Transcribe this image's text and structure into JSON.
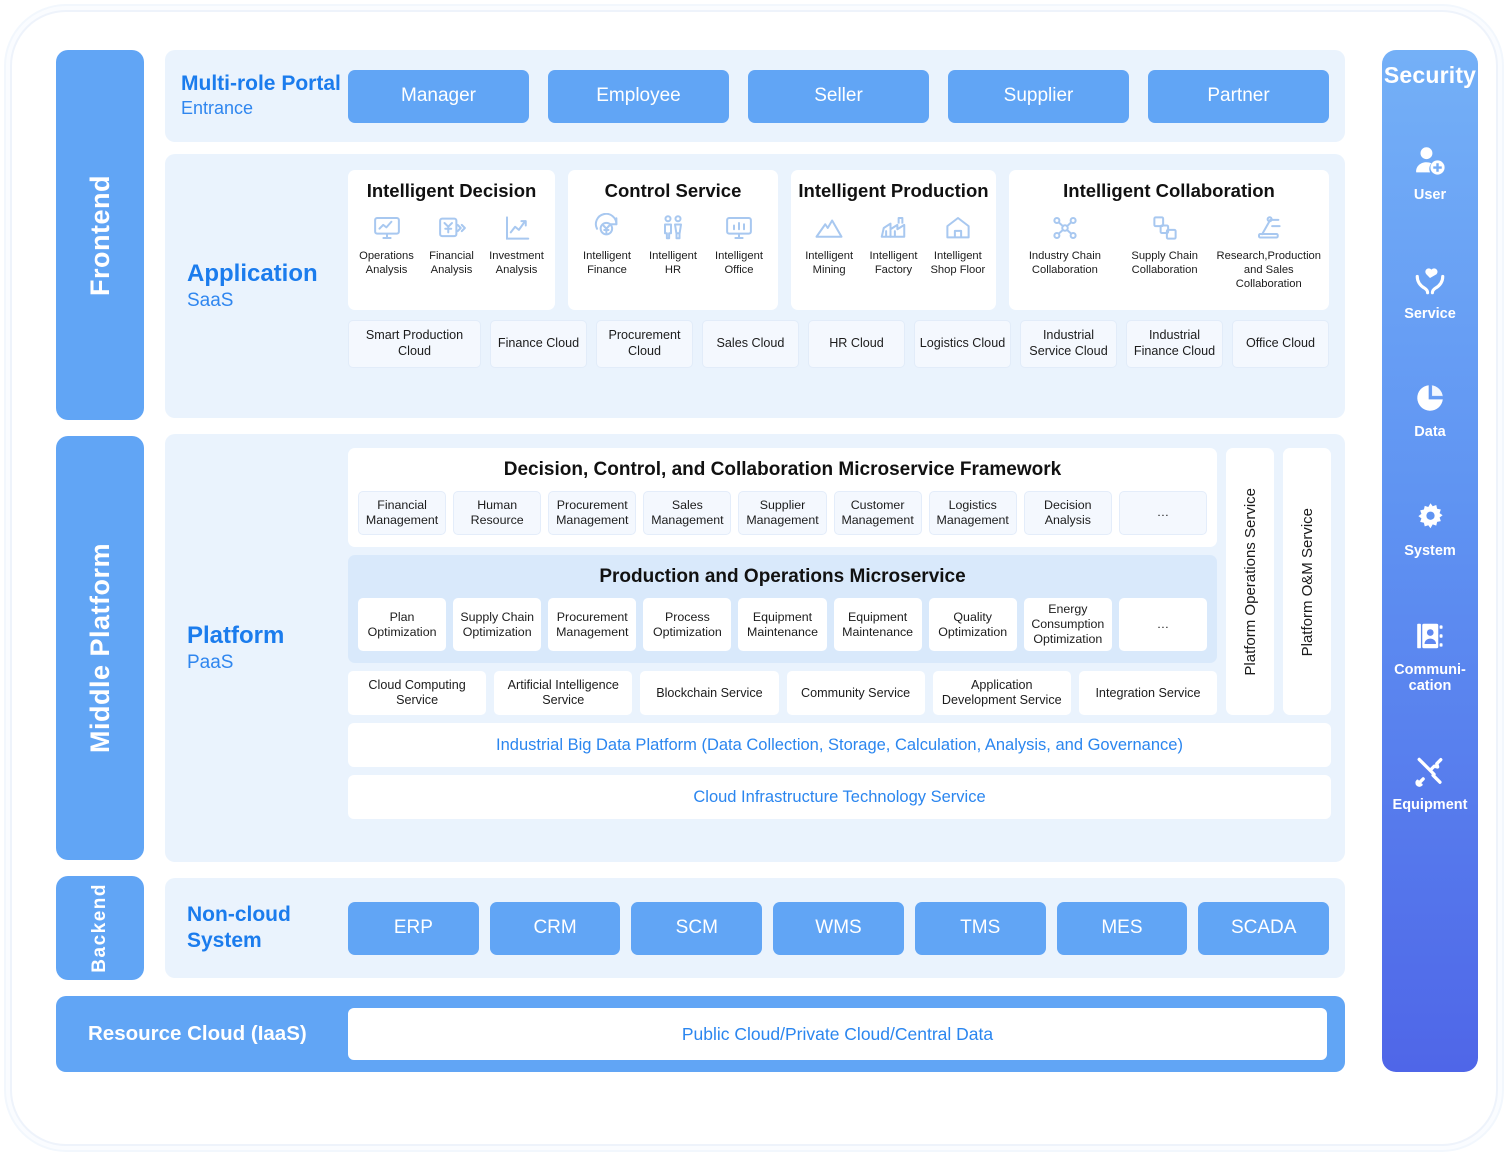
{
  "rails": {
    "frontend": "Frontend",
    "middle_platform": "Middle Platform",
    "backend": "Backend"
  },
  "portal": {
    "title": "Multi-role Portal",
    "subtitle": "Entrance",
    "roles": [
      "Manager",
      "Employee",
      "Seller",
      "Supplier",
      "Partner"
    ]
  },
  "application": {
    "title": "Application",
    "subtitle": "SaaS",
    "cards": [
      {
        "title": "Intelligent Decision",
        "items": [
          {
            "label": "Operations Analysis",
            "icon": "monitor-chart-icon"
          },
          {
            "label": "Financial Analysis",
            "icon": "yuan-transfer-icon"
          },
          {
            "label": "Investment Analysis",
            "icon": "line-chart-icon"
          }
        ]
      },
      {
        "title": "Control Service",
        "items": [
          {
            "label": "Intelligent Finance",
            "icon": "yuan-refresh-icon"
          },
          {
            "label": "Intelligent HR",
            "icon": "two-people-icon"
          },
          {
            "label": "Intelligent Office",
            "icon": "monitor-bars-icon"
          }
        ]
      },
      {
        "title": "Intelligent Production",
        "items": [
          {
            "label": "Intelligent Mining",
            "icon": "mountain-icon"
          },
          {
            "label": "Intelligent Factory",
            "icon": "factory-icon"
          },
          {
            "label": "Intelligent Shop Floor",
            "icon": "house-icon"
          }
        ]
      },
      {
        "title": "Intelligent Collaboration",
        "items": [
          {
            "label": "Industry Chain Collaboration",
            "icon": "network-nodes-icon"
          },
          {
            "label": "Supply Chain Collaboration",
            "icon": "stacked-squares-icon"
          },
          {
            "label": "Research,Production and Sales Collaboration",
            "icon": "robot-arm-icon"
          }
        ]
      }
    ],
    "clouds": [
      "Smart Production Cloud",
      "Finance Cloud",
      "Procurement Cloud",
      "Sales Cloud",
      "HR Cloud",
      "Logistics Cloud",
      "Industrial Service Cloud",
      "Industrial Finance Cloud",
      "Office Cloud"
    ]
  },
  "platform": {
    "title": "Platform",
    "subtitle": "PaaS",
    "framework": {
      "title": "Decision, Control, and Collaboration Microservice Framework",
      "chips": [
        "Financial Management",
        "Human Resource",
        "Procurement Management",
        "Sales Management",
        "Supplier Management",
        "Customer Management",
        "Logistics Management",
        "Decision Analysis",
        "…"
      ]
    },
    "operations": {
      "title": "Production and Operations Microservice",
      "chips": [
        "Plan Optimization",
        "Supply Chain Optimization",
        "Procurement Management",
        "Process Optimization",
        "Equipment Maintenance",
        "Equipment Maintenance",
        "Quality Optimization",
        "Energy Consumption Optimization",
        "…"
      ]
    },
    "services": [
      "Cloud Computing Service",
      "Artificial Intelligence Service",
      "Blockchain Service",
      "Community Service",
      "Application Development Service",
      "Integration Service"
    ],
    "bigdata_bar": "Industrial Big Data Platform (Data Collection, Storage, Calculation, Analysis, and Governance)",
    "infra_bar": "Cloud Infrastructure Technology Service",
    "side_columns": [
      "Platform Operations Service",
      "Platform O&M Service"
    ]
  },
  "backend": {
    "title": "Non-cloud System",
    "systems": [
      "ERP",
      "CRM",
      "SCM",
      "WMS",
      "TMS",
      "MES",
      "SCADA"
    ]
  },
  "iaas": {
    "title": "Resource Cloud (IaaS)",
    "bar": "Public Cloud/Private Cloud/Central Data"
  },
  "security": {
    "title": "Security",
    "items": [
      {
        "label": "User",
        "icon": "user-add-icon"
      },
      {
        "label": "Service",
        "icon": "heart-hands-icon"
      },
      {
        "label": "Data",
        "icon": "pie-chart-icon"
      },
      {
        "label": "System",
        "icon": "gear-icon"
      },
      {
        "label": "Communi-cation",
        "icon": "contact-book-icon"
      },
      {
        "label": "Equipment",
        "icon": "tools-icon"
      }
    ]
  },
  "colors": {
    "primary_blue": "#61a5f5",
    "text_blue": "#1b7ced",
    "panel_bg": "#eaf3fd",
    "tinted_bg": "#d9e9fb",
    "icon_blue": "#a8c8f0"
  }
}
